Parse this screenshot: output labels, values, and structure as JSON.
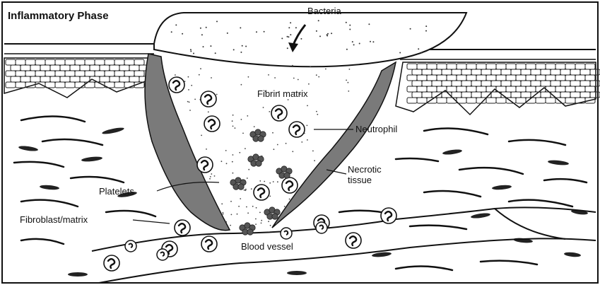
{
  "diagram": {
    "title": "Inflammatory Phase",
    "labels": {
      "bacteria": "Bacteria",
      "fibrin_matrix": "Fibrin matrix",
      "neutrophil": "Neutrophil",
      "necrotic_tissue_line1": "Necrotic",
      "necrotic_tissue_line2": "tissue",
      "platelets": "Platelets",
      "fibroblast_matrix": "Fibroblast/matrix",
      "blood_vessel": "Blood vessel"
    },
    "colors": {
      "ink": "#111111",
      "necrotic_fill": "#7a7a7a",
      "platelet_fill": "#555555",
      "background": "#ffffff"
    }
  }
}
